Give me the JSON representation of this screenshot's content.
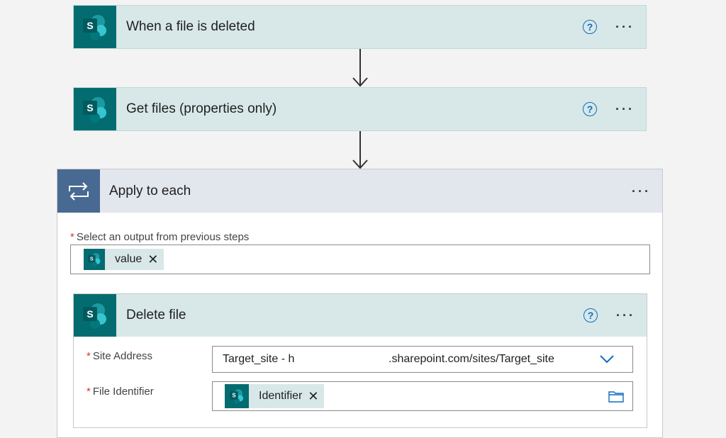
{
  "steps": [
    {
      "title": "When a file is deleted",
      "help": "?",
      "more": "···"
    },
    {
      "title": "Get files (properties only)",
      "help": "?",
      "more": "···"
    }
  ],
  "apply": {
    "title": "Apply to each",
    "more": "···",
    "output_label": "Select an output from previous steps",
    "required_mark": "*",
    "output_token": "value",
    "token_remove": "✕"
  },
  "delete_file": {
    "title": "Delete file",
    "help": "?",
    "more": "···",
    "site_label": "Site Address",
    "site_value_left": "Target_site - h",
    "site_value_right": ".sharepoint.com/sites/Target_site",
    "file_label": "File Identifier",
    "file_token": "Identifier"
  },
  "icons": {
    "sharepoint": "sharepoint-icon",
    "loop": "loop-icon",
    "chevron": "chevron-down-icon",
    "folder": "folder-icon"
  },
  "colors": {
    "sharepoint_teal": "#036c70",
    "card_bg": "#d8e8e8",
    "loop_blue": "#486991",
    "accent_blue": "#0f6cbd",
    "required_red": "#d13438"
  }
}
